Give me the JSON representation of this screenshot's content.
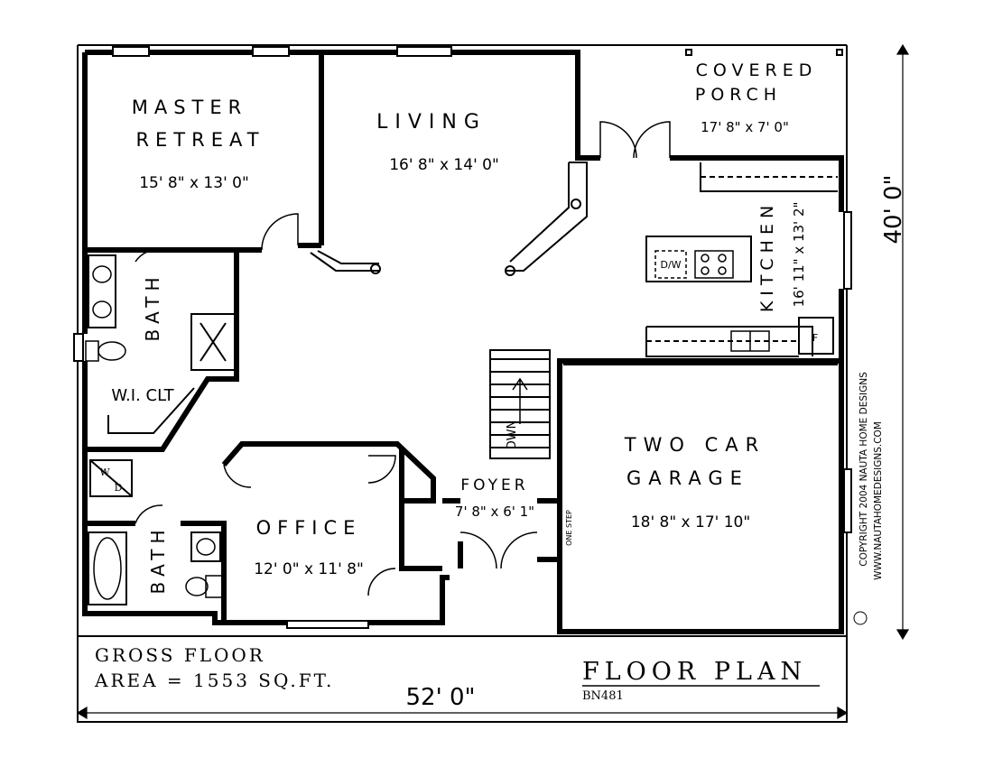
{
  "plan": {
    "rooms": {
      "master": {
        "name_line1": "MASTER",
        "name_line2": "RETREAT",
        "dims": "15' 8\" x 13' 0\""
      },
      "living": {
        "name": "LIVING",
        "dims": "16' 8\" x 14' 0\""
      },
      "porch": {
        "name_line1": "COVERED",
        "name_line2": "PORCH",
        "dims": "17' 8\" x 7' 0\""
      },
      "kitchen": {
        "name": "KITCHEN",
        "dims": "16' 11\" x 13' 2\""
      },
      "bath_master": {
        "name": "BATH"
      },
      "wic": {
        "name": "W.I. CLT"
      },
      "bath_main": {
        "name": "BATH"
      },
      "office": {
        "name": "OFFICE",
        "dims": "12' 0\" x 11' 8\""
      },
      "foyer": {
        "name": "FOYER",
        "dims": "7' 8\" x 6' 1\""
      },
      "garage": {
        "name_line1": "TWO CAR",
        "name_line2": "GARAGE",
        "dims": "18' 8\" x 17' 10\""
      }
    },
    "fixtures": {
      "dw": "D/W",
      "wd_w": "W",
      "wd_d": "D",
      "stair": "DWN",
      "step": "ONE STEP",
      "fridge": "F"
    },
    "dimensions": {
      "width": "52' 0\"",
      "depth": "40' 0\""
    },
    "gross_line1": "GROSS FLOOR",
    "gross_line2": "AREA = 1553 SQ.FT.",
    "title": "FLOOR PLAN",
    "plan_code": "BN481",
    "copyright_line1": "COPYRIGHT 2004 NAUTA HOME DESIGNS",
    "copyright_line2": "WWW.NAUTAHOMEDESIGNS.COM"
  }
}
